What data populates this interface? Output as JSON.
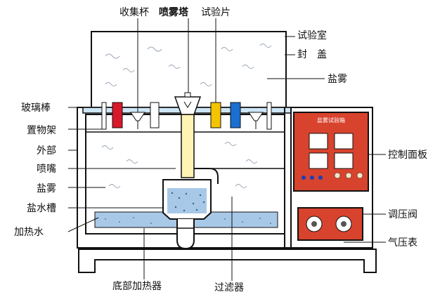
{
  "colors": {
    "wall": "#ffffff",
    "outline": "#111111",
    "control_panel": "#d8432e",
    "water": "#a8c8e8",
    "glass_rod": "#cde6f5",
    "spray_tower": "#fff4b3",
    "sample_red": "#d8192a",
    "sample_yellow": "#f5c400",
    "sample_blue": "#1a6fd1"
  },
  "labels": {
    "collector_cup": "收集杯",
    "spray_tower": "喷雾塔",
    "test_piece": "试验片",
    "chamber_lid": "试验室",
    "chamber_lid_2": "封　盖",
    "salt_fog_top": "盐雾",
    "glass_rod": "玻璃棒",
    "rack": "置物架",
    "outer": "外部",
    "nozzle": "喷嘴",
    "salt_fog_left": "盐雾",
    "brine_tank": "盐水槽",
    "heating_water": "加热水",
    "control_panel": "控制面板",
    "pressure_valve": "调压阀",
    "pressure_gauge": "气压表",
    "bottom_heater": "底部加热器",
    "filter": "过滤器"
  },
  "panel_title": "盐雾试验箱"
}
